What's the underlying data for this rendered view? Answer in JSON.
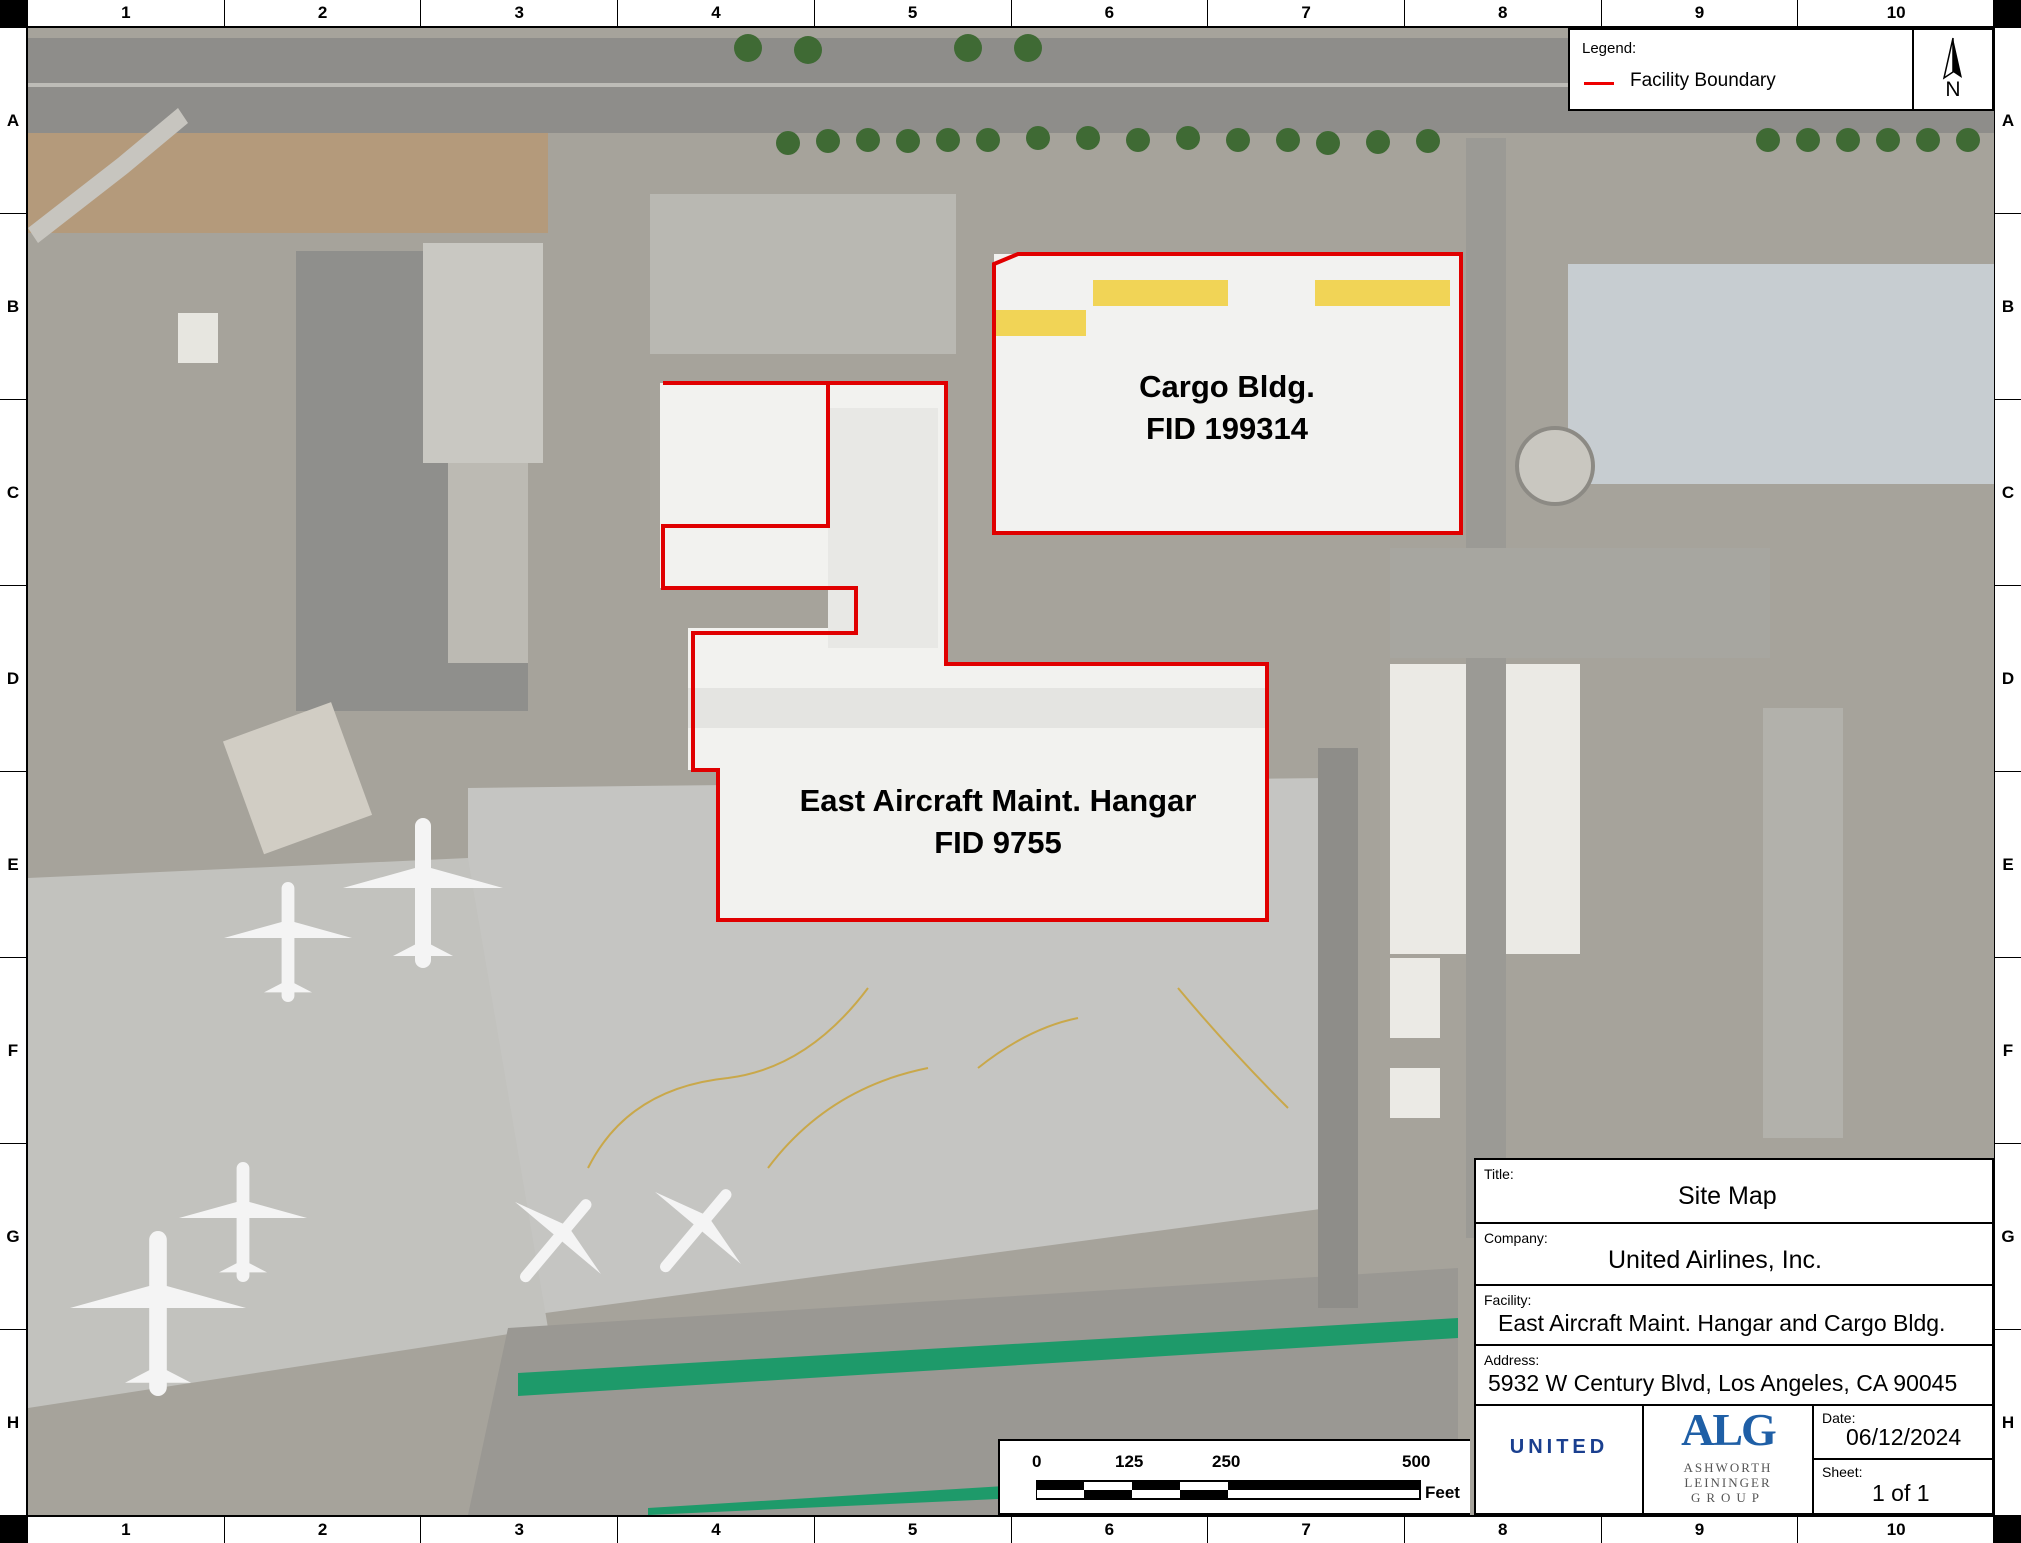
{
  "grid": {
    "columns": [
      "1",
      "2",
      "3",
      "4",
      "5",
      "6",
      "7",
      "8",
      "9",
      "10"
    ],
    "rows": [
      "A",
      "B",
      "C",
      "D",
      "E",
      "F",
      "G",
      "H"
    ]
  },
  "features": {
    "cargo": {
      "line1": "Cargo Bldg.",
      "line2": "FID 199314"
    },
    "hangar": {
      "line1": "East Aircraft Maint. Hangar",
      "line2": "FID 9755"
    }
  },
  "legend": {
    "title": "Legend:",
    "items": [
      {
        "label": "Facility Boundary",
        "color": "#e00000"
      }
    ]
  },
  "north_arrow": {
    "label": "N"
  },
  "title_block": {
    "title_caption": "Title:",
    "title": "Site Map",
    "company_caption": "Company:",
    "company": "United Airlines, Inc.",
    "facility_caption": "Facility:",
    "facility": "East Aircraft Maint. Hangar and Cargo Bldg.",
    "address_caption": "Address:",
    "address": "5932 W Century Blvd, Los Angeles, CA 90045",
    "date_caption": "Date:",
    "date": "06/12/2024",
    "sheet_caption": "Sheet:",
    "sheet": "1 of 1",
    "logo_united": "UNITED",
    "logo_alg": "ALG",
    "logo_alg_name": [
      "ASHWORTH",
      "LEININGER",
      "GROUP"
    ]
  },
  "scale_bar": {
    "ticks": [
      "0",
      "125",
      "250",
      "500"
    ],
    "unit": "Feet"
  },
  "colors": {
    "boundary": "#e00000",
    "roof": "#f2f2f0",
    "apron": "#c9c9c6",
    "grass_strip": "#1e9a6a"
  }
}
